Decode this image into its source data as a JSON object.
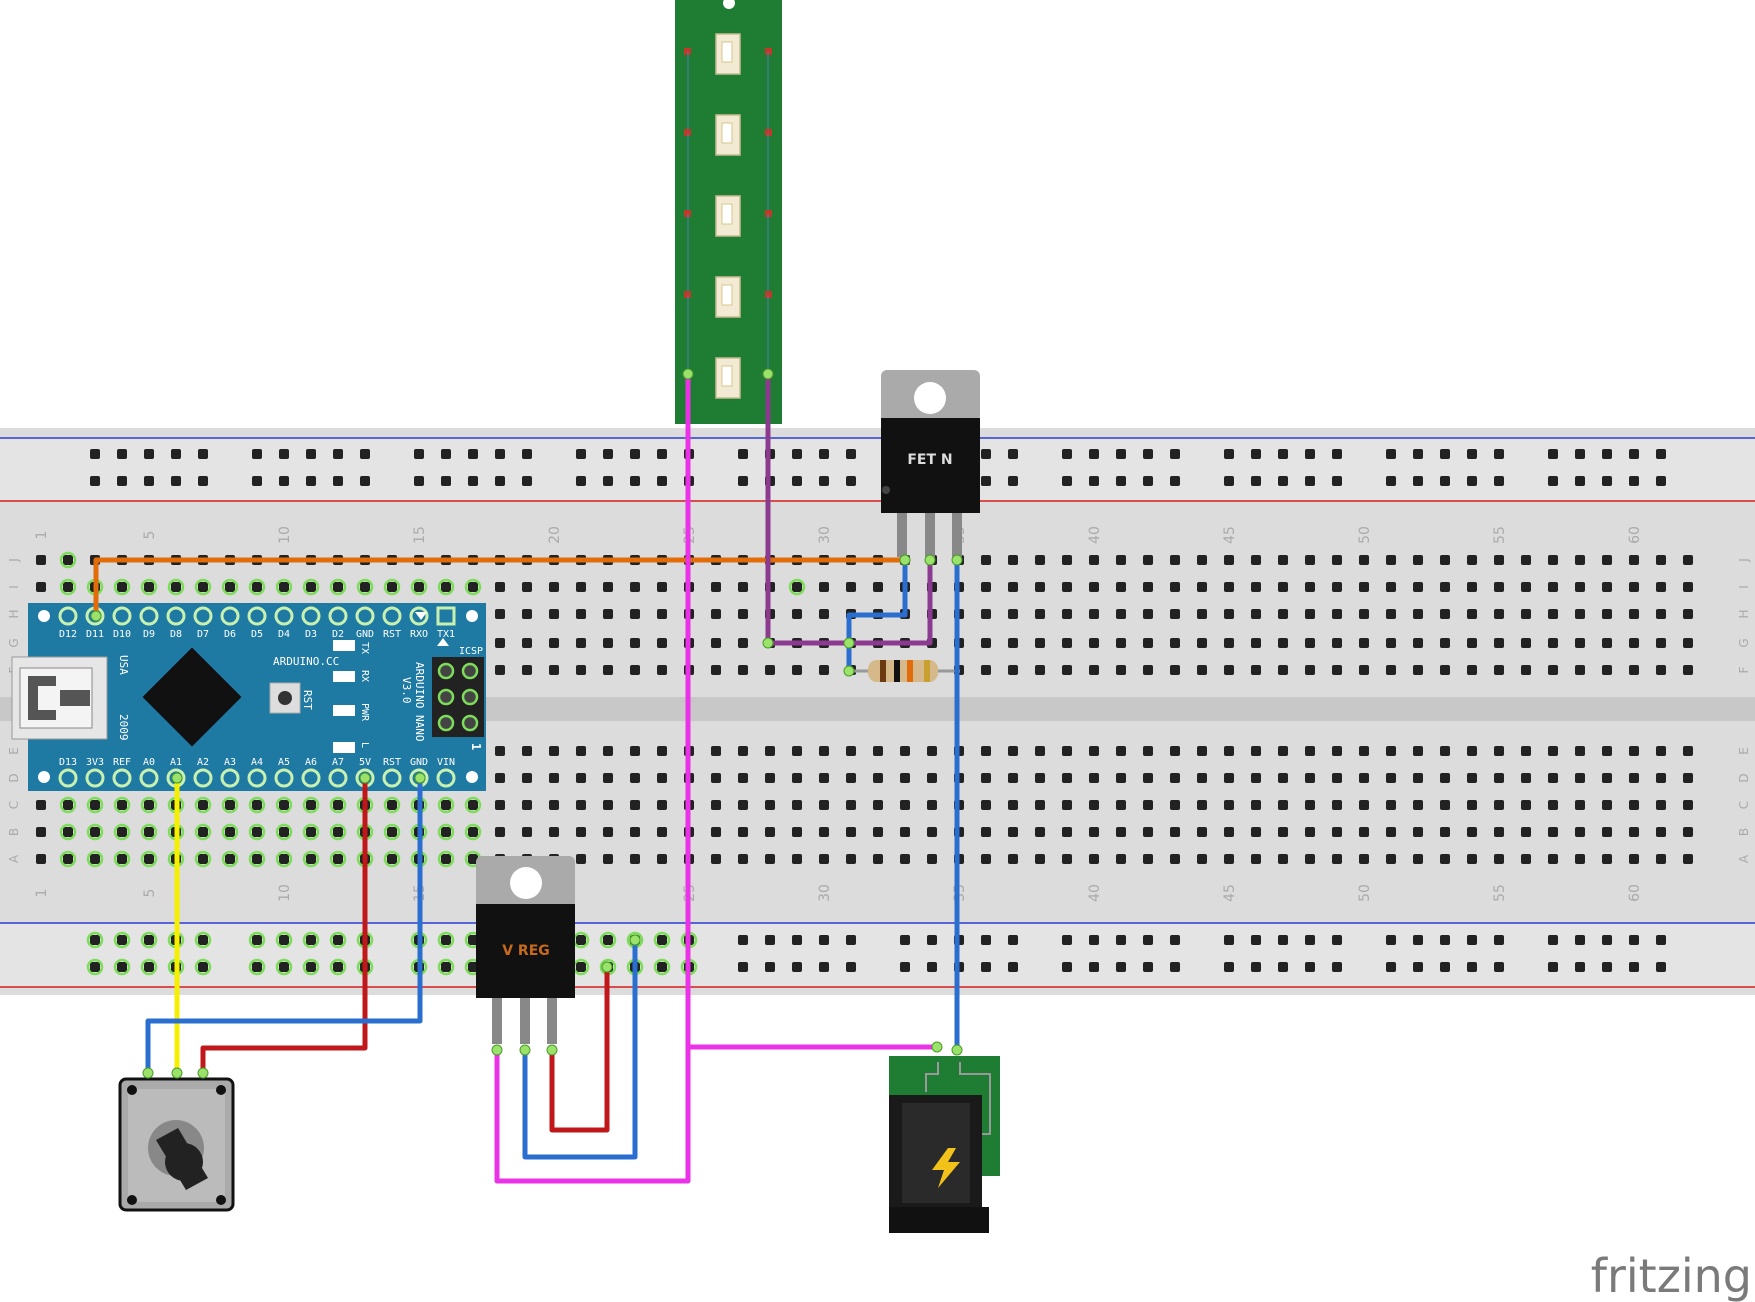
{
  "board": {
    "name": "ARDUINO NANO",
    "version": "V3.0",
    "maker": "ARDUINO.CC",
    "country": "USA",
    "year": "2009",
    "icsp": "ICSP",
    "rst_button": "RST",
    "led_labels": [
      "TX",
      "RX",
      "PWR",
      "L"
    ],
    "top_pins": [
      "D12",
      "D11",
      "D10",
      "D9",
      "D8",
      "D7",
      "D6",
      "D5",
      "D4",
      "D3",
      "D2",
      "GND",
      "RST",
      "RXO",
      "TX1"
    ],
    "bottom_pins": [
      "D13",
      "3V3",
      "REF",
      "A0",
      "A1",
      "A2",
      "A3",
      "A4",
      "A5",
      "A6",
      "A7",
      "5V",
      "RST",
      "GND",
      "VIN"
    ],
    "icsp_pin1": "1"
  },
  "breadboard": {
    "column_numbers": [
      "1",
      "5",
      "10",
      "15",
      "20",
      "25",
      "30",
      "35",
      "40",
      "45",
      "50",
      "55",
      "60"
    ],
    "row_letters_top": [
      "J",
      "I",
      "H",
      "G",
      "F"
    ],
    "row_letters_bottom": [
      "E",
      "D",
      "C",
      "B",
      "A"
    ]
  },
  "components": {
    "mosfet_label": "FET N",
    "regulator_label": "V REG"
  },
  "watermark": "fritzing",
  "colors": {
    "breadboard": "#dcdcdc",
    "nano": "#1f7aa3",
    "strip": "#1e7d32",
    "wire_orange": "#e36c0a",
    "wire_purple": "#8b3a8f",
    "wire_blue": "#2a6fd0",
    "wire_red": "#c0171b",
    "wire_yellow": "#f5f000",
    "wire_magenta": "#ea32e6"
  }
}
